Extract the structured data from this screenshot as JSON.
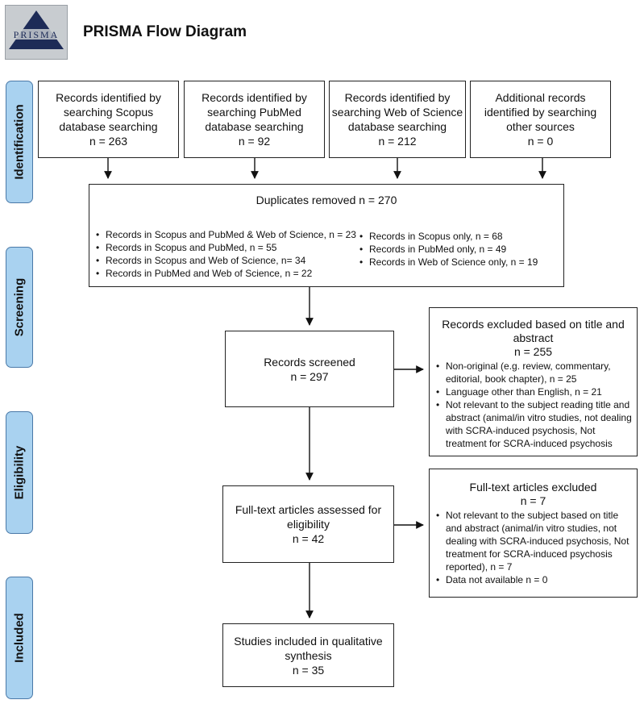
{
  "header": {
    "title": "PRISMA Flow Diagram",
    "logo_text": "PRISMA"
  },
  "stages": [
    "Identification",
    "Screening",
    "Eligibility",
    "Included"
  ],
  "identification": [
    {
      "lines": [
        "Records identified by",
        "searching Scopus",
        "database searching",
        "n = 263"
      ]
    },
    {
      "lines": [
        "Records identified by",
        "searching PubMed",
        "database searching",
        "n = 92"
      ]
    },
    {
      "lines": [
        "Records identified by",
        "searching Web of Science",
        "database searching",
        "n = 212"
      ]
    },
    {
      "lines": [
        "Additional records",
        "identified by searching",
        "other sources",
        "n = 0"
      ]
    }
  ],
  "duplicates": {
    "title": "Duplicates removed n = 270",
    "left": [
      "Records in Scopus and PubMed & Web of Science, n = 23",
      "Records in Scopus and PubMed, n = 55",
      "Records in Scopus and Web of Science, n= 34",
      "Records in PubMed and Web of Science, n = 22"
    ],
    "right": [
      "Records in Scopus only, n = 68",
      "Records in PubMed only, n = 49",
      "Records in Web of Science only, n = 19"
    ]
  },
  "screened": {
    "lines": [
      "Records screened",
      "n = 297"
    ]
  },
  "excluded_screening": {
    "title": [
      "Records excluded based on title and",
      "abstract",
      "n = 255"
    ],
    "items": [
      "Non-original (e.g. review, commentary, editorial, book chapter), n = 25",
      "Language other than English, n = 21",
      "Not relevant to the subject reading title and abstract (animal/in vitro studies, not dealing with SCRA-induced psychosis, Not treatment for SCRA-induced psychosis"
    ]
  },
  "eligibility": {
    "lines": [
      "Full-text articles assessed for",
      "eligibility",
      "n = 42"
    ]
  },
  "excluded_fulltext": {
    "title": [
      "Full-text articles excluded",
      "n = 7"
    ],
    "items": [
      "Not relevant to the subject based on title and abstract (animal/in vitro studies, not dealing with SCRA-induced psychosis, Not treatment for SCRA-induced psychosis reported), n = 7",
      "Data not available n = 0"
    ]
  },
  "included": {
    "lines": [
      "Studies included in qualitative",
      "synthesis",
      "n = 35"
    ]
  }
}
